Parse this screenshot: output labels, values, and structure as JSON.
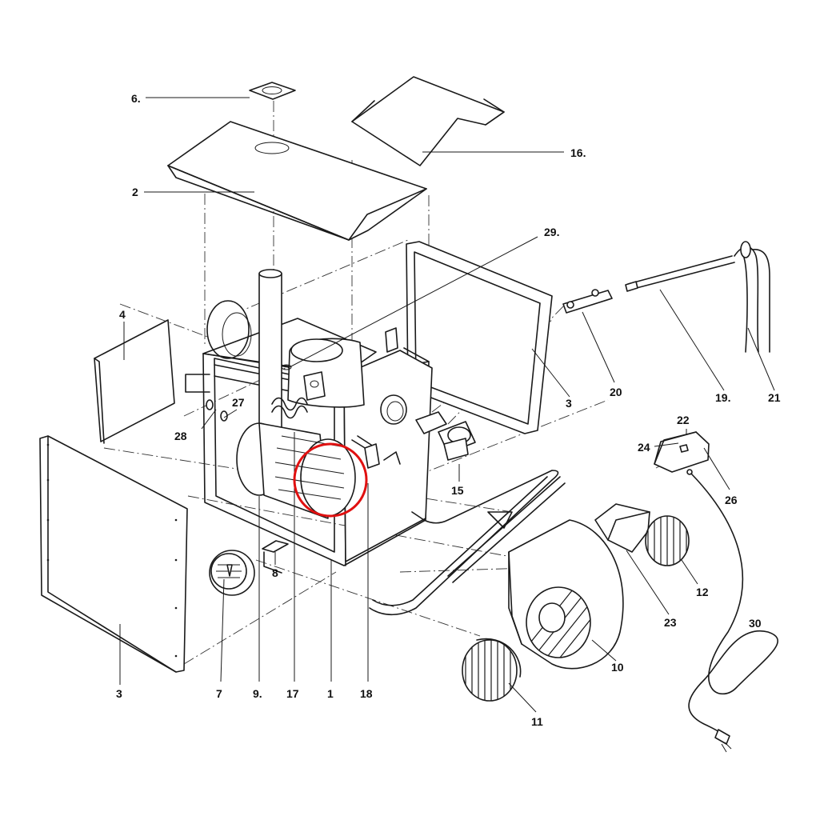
{
  "highlight_color": "#e01010",
  "labels": {
    "p1": "1",
    "p2": "2",
    "p3a": "3",
    "p3b": "3",
    "p4": "4",
    "p6": "6.",
    "p7": "7",
    "p8": "8",
    "p9": "9.",
    "p10": "10",
    "p11": "11",
    "p12": "12",
    "p15": "15",
    "p16": "16.",
    "p17": "17",
    "p18": "18",
    "p19": "19.",
    "p20": "20",
    "p21": "21",
    "p22": "22",
    "p23": "23",
    "p24": "24",
    "p26": "26",
    "p27": "27",
    "p28": "28",
    "p29": "29.",
    "p30": "30"
  }
}
